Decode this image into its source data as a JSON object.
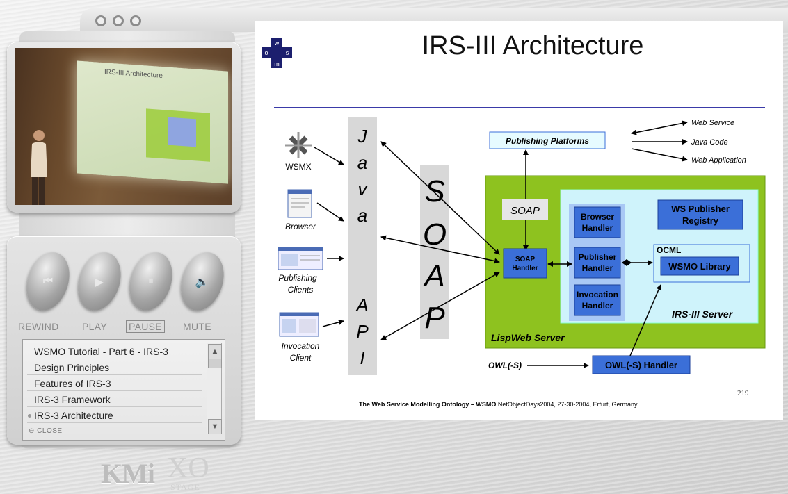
{
  "player": {
    "controls": {
      "rewind_label": "REWIND",
      "play_label": "PLAY",
      "pause_label": "PAUSE",
      "mute_label": "MUTE"
    },
    "playlist": {
      "items": [
        {
          "label": "WSMO Tutorial - Part 6 - IRS-3",
          "current": false
        },
        {
          "label": "Design Principles",
          "current": false
        },
        {
          "label": "Features of IRS-3",
          "current": false
        },
        {
          "label": "IRS-3 Framework",
          "current": false
        },
        {
          "label": "IRS-3 Architecture",
          "current": true
        }
      ],
      "close_label": "CLOSE"
    },
    "video": {
      "projected_title": "IRS-III Architecture"
    },
    "logos": {
      "kmi": "KMi",
      "xo": "XO",
      "stage": "STAGE"
    }
  },
  "slide": {
    "title": "IRS-III Architecture",
    "logo_letters": [
      "w",
      "s",
      "m",
      "o"
    ],
    "footer_bold": "The Web Service Modelling Ontology – WSMO",
    "footer_rest": " NetObjectDays2004, 27-30-2004, Erfurt, Germany",
    "page_number": "219",
    "diagram": {
      "clients": [
        "WSMX",
        "Browser",
        "Publishing Clients",
        "Invocation Client"
      ],
      "java_api_letters": [
        "J",
        "a",
        "v",
        "a",
        "A",
        "P",
        "I"
      ],
      "soap_letters": [
        "S",
        "O",
        "A",
        "P"
      ],
      "publishing_platforms": "Publishing Platforms",
      "outputs": [
        "Web Service",
        "Java Code",
        "Web Application"
      ],
      "soap_label": "SOAP",
      "soap_handler": "SOAP Handler",
      "handlers": [
        "Browser Handler",
        "Publisher Handler",
        "Invocation Handler"
      ],
      "ws_publisher_registry": "WS Publisher Registry",
      "ocml": "OCML",
      "wsmo_library": "WSMO Library",
      "irs_server": "IRS-III Server",
      "lispweb_server": "LispWeb Server",
      "owl_s": "OWL(-S)",
      "owl_s_handler": "OWL(-S) Handler"
    }
  },
  "colors": {
    "accent_blue": "#3b6fd8",
    "lisp_green": "#8ec21f",
    "irs_cyan": "#cff3fb",
    "pp_box": "#e6fbff"
  }
}
